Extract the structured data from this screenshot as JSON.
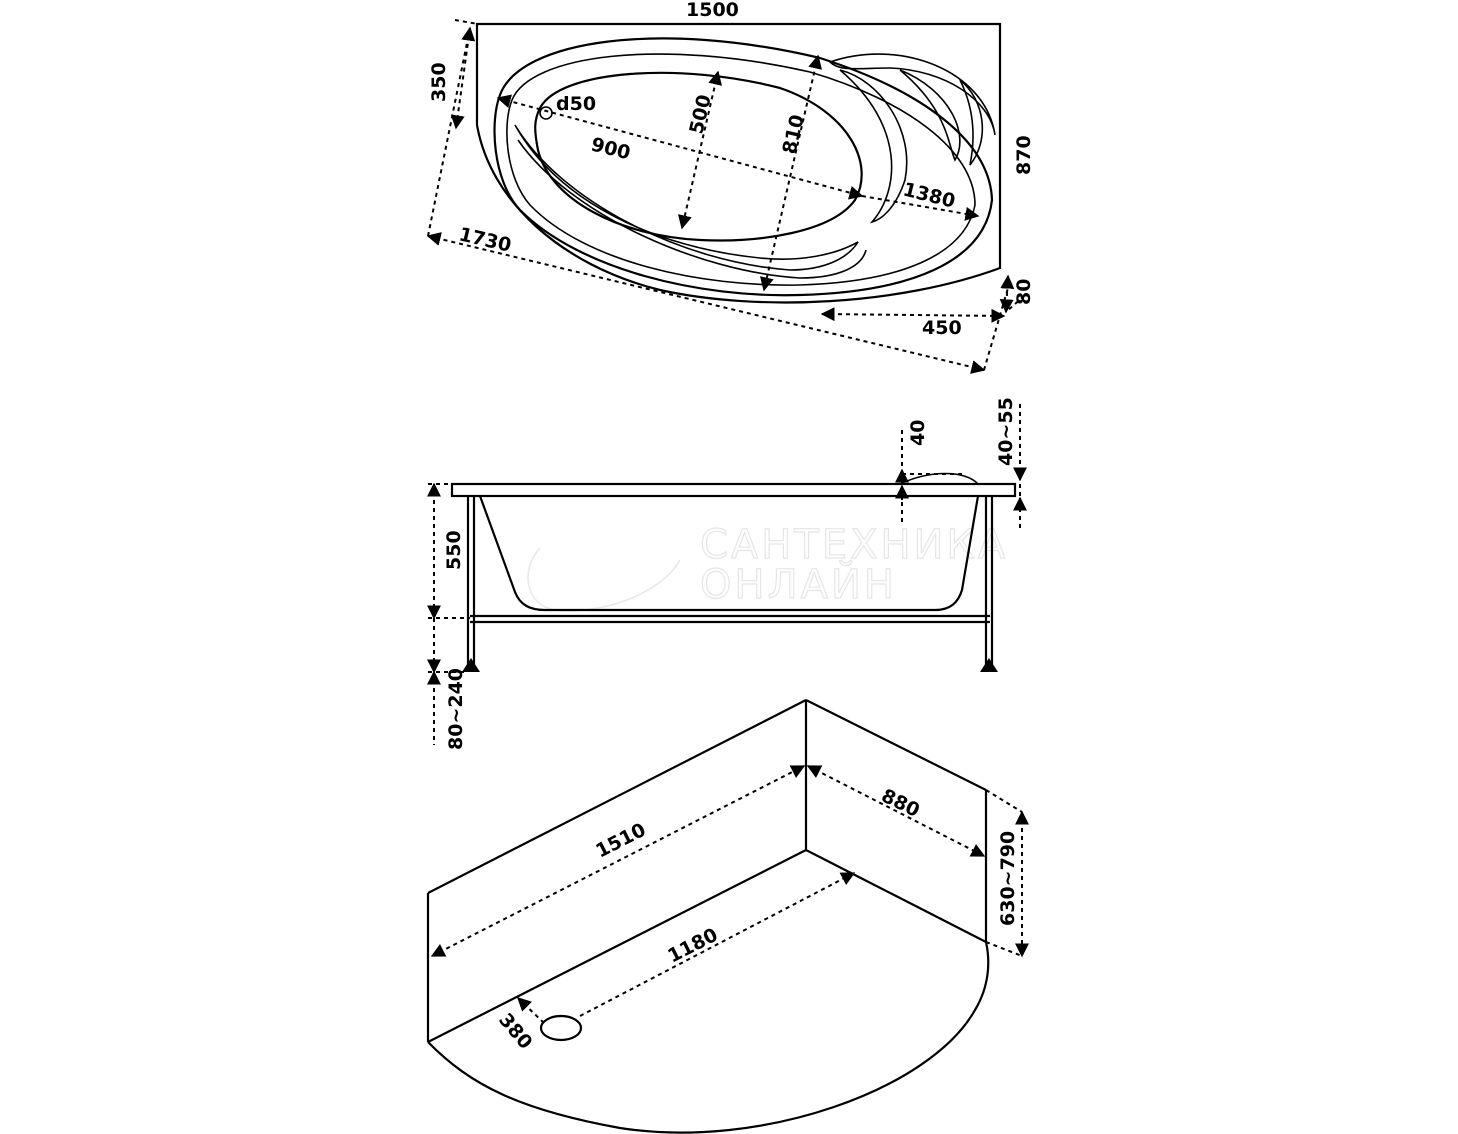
{
  "plan_view": {
    "width_top": "1500",
    "left_depth": "350",
    "drain": "d50",
    "inner_length": "900",
    "inner_width": "500",
    "diag_width": "810",
    "right_depth": "870",
    "inner_diag": "1380",
    "overall_diag": "1730",
    "corner_offset": "80",
    "front_segment": "450"
  },
  "side_view": {
    "rim_offset": "40",
    "rim_height_range": "40~55",
    "height": "550",
    "legs_range": "80~240"
  },
  "panel_view": {
    "long_side": "1510",
    "short_side": "880",
    "inner_side": "1180",
    "panel_height": "630~790",
    "drain_offset": "380"
  },
  "watermark": {
    "line1": "САНТЕХНИКА",
    "line2": "ОНЛАЙН"
  }
}
